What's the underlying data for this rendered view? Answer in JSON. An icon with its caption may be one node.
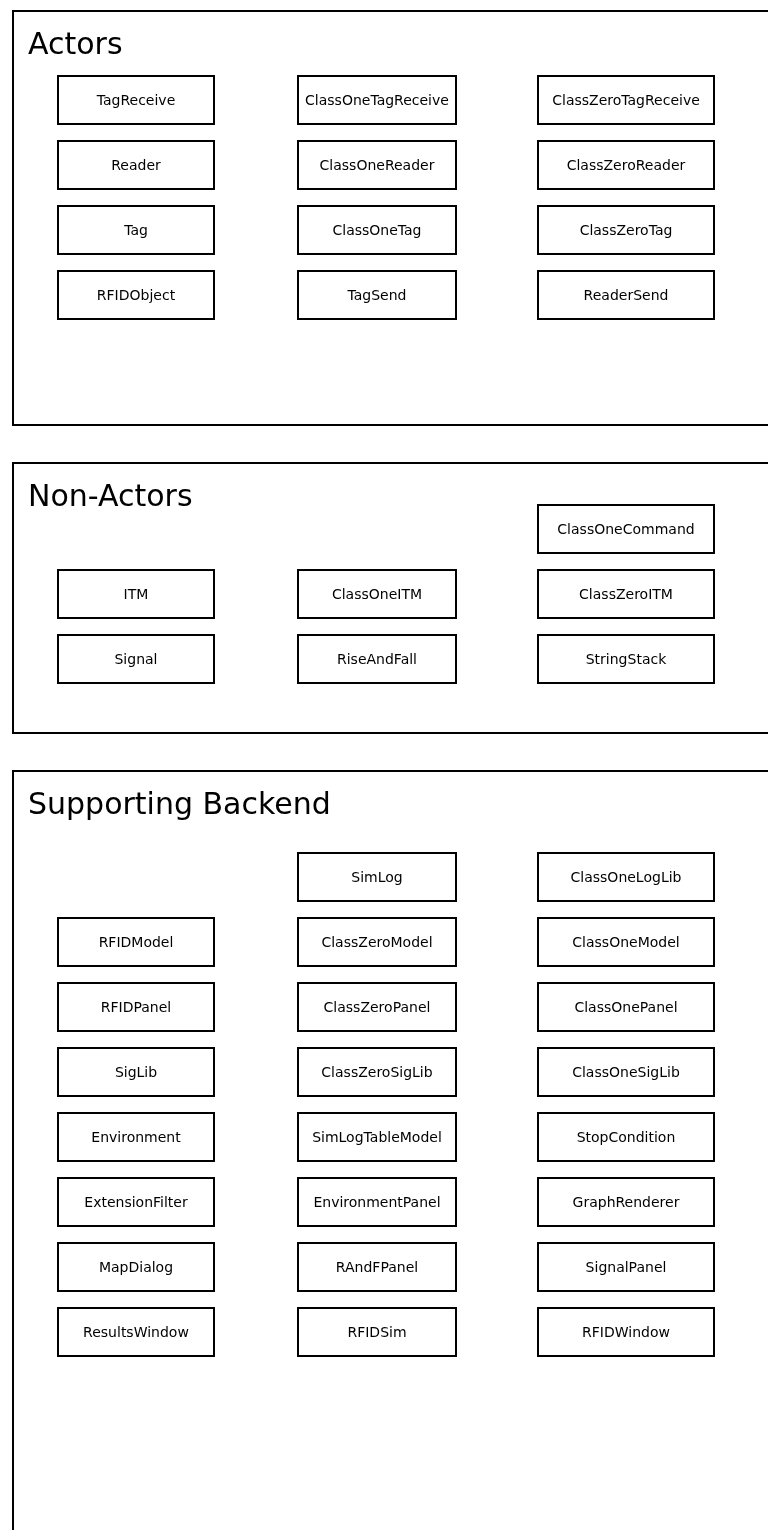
{
  "diagram": {
    "nodes": [
      {
        "text": [
          "Actors"
        ]
      },
      {
        "text": [
          "TagReceive"
        ],
        "in": 0
      },
      {
        "text": [
          "ClassOneTagReceive"
        ],
        "in": 0
      },
      {
        "text": [
          "ClassZeroTagReceive"
        ],
        "in": 0
      },
      {
        "text": [
          "Reader"
        ],
        "in": 0
      },
      {
        "text": [
          "ClassOneReader"
        ],
        "in": 0
      },
      {
        "text": [
          "ClassZeroReader"
        ],
        "in": 0
      },
      {
        "text": [
          "Tag"
        ],
        "in": 0
      },
      {
        "text": [
          "ClassOneTag"
        ],
        "in": 0
      },
      {
        "text": [
          "ClassZeroTag"
        ],
        "in": 0
      },
      {
        "text": [
          "RFIDObject"
        ],
        "in": 0
      },
      {
        "text": [
          "TagSend"
        ],
        "in": 0
      },
      {
        "text": [
          "ReaderSend"
        ],
        "in": 0
      },
      {
        "text": [
          "Non-Actors"
        ]
      },
      {
        "text": [
          "ClassOneCommand"
        ],
        "in": 13
      },
      {
        "text": [
          "ITM"
        ],
        "in": 13
      },
      {
        "text": [
          "ClassOneITM"
        ],
        "in": 13
      },
      {
        "text": [
          "ClassZeroITM"
        ],
        "in": 13
      },
      {
        "text": [
          "Signal"
        ],
        "in": 13
      },
      {
        "text": [
          "RiseAndFall"
        ],
        "in": 13
      },
      {
        "text": [
          "StringStack"
        ],
        "in": 13
      },
      {
        "text": [
          "Supporting Backend"
        ]
      },
      {
        "text": [
          "SimLog"
        ],
        "in": 21
      },
      {
        "text": [
          "ClassOneLogLib"
        ],
        "in": 21
      },
      {
        "text": [
          "RFIDModel"
        ],
        "in": 21
      },
      {
        "text": [
          "ClassZeroModel"
        ],
        "in": 21
      },
      {
        "text": [
          "ClassOneModel"
        ],
        "in": 21
      },
      {
        "text": [
          "RFIDPanel"
        ],
        "in": 21
      },
      {
        "text": [
          "ClassZeroPanel"
        ],
        "in": 21
      },
      {
        "text": [
          "ClassOnePanel"
        ],
        "in": 21
      },
      {
        "text": [
          "SigLib"
        ],
        "in": 21
      },
      {
        "text": [
          "ClassZeroSigLib"
        ],
        "in": 21
      },
      {
        "text": [
          "ClassOneSigLib"
        ],
        "in": 21
      },
      {
        "text": [
          "Environment"
        ],
        "in": 21
      },
      {
        "text": [
          "SimLogTableModel"
        ],
        "in": 21
      },
      {
        "text": [
          "StopCondition"
        ],
        "in": 21
      },
      {
        "text": [
          "ExtensionFilter"
        ],
        "in": 21
      },
      {
        "text": [
          "EnvironmentPanel"
        ],
        "in": 21
      },
      {
        "text": [
          "GraphRenderer"
        ],
        "in": 21
      },
      {
        "text": [
          "MapDialog"
        ],
        "in": 21
      },
      {
        "text": [
          "RAndFPanel"
        ],
        "in": 21
      },
      {
        "text": [
          "SignalPanel"
        ],
        "in": 21
      },
      {
        "text": [
          "ResultsWindow"
        ],
        "in": 21
      },
      {
        "text": [
          "RFIDSim"
        ],
        "in": 21
      },
      {
        "text": [
          "RFIDWindow"
        ],
        "in": 21
      }
    ]
  }
}
